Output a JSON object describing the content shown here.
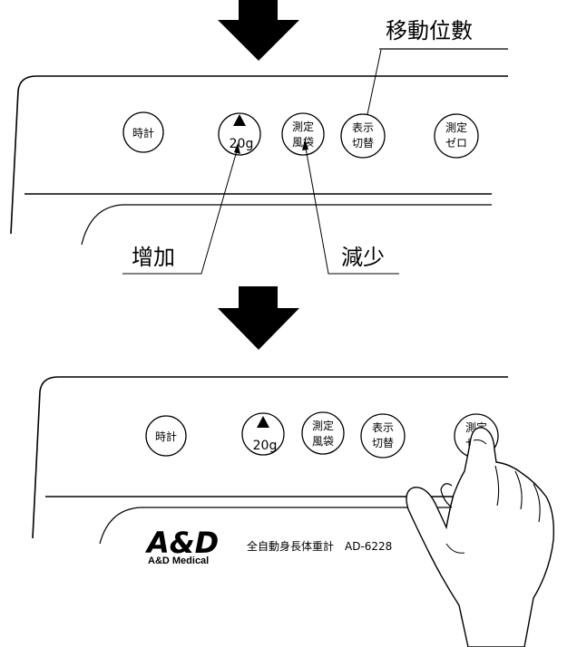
{
  "callouts": {
    "move_digit": "移動位數",
    "increase": "增加",
    "decrease": "減少"
  },
  "panel_top": {
    "buttons": {
      "clock": [
        "時計"
      ],
      "up20g": "20g",
      "cuff": [
        "測定",
        "風袋"
      ],
      "display": [
        "表示",
        "切替"
      ],
      "zero": [
        "測定",
        "ゼロ"
      ]
    }
  },
  "panel_bottom": {
    "buttons": {
      "clock": [
        "時計"
      ],
      "up20g": "20g",
      "cuff": [
        "測定",
        "風袋"
      ],
      "display": [
        "表示",
        "切替"
      ],
      "zero": [
        "測定",
        "ゼ"
      ]
    },
    "logo": {
      "mark": "A&D",
      "subtitle": "A&D Medical"
    },
    "product_text": "全自動身長体重計　AD-6228"
  }
}
